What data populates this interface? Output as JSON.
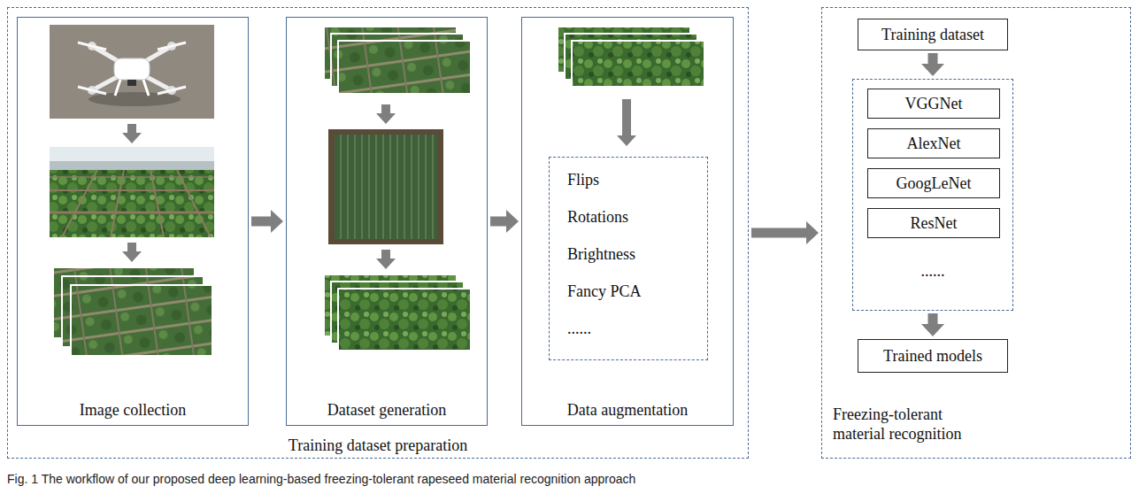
{
  "diagram": {
    "caption": "Fig. 1 The workflow of our proposed deep learning-based freezing-tolerant rapeseed material recognition approach",
    "nodes": [
      {
        "text": [
          "Training dataset preparation"
        ]
      },
      {
        "text": [
          "Image collection"
        ],
        "in": 0
      },
      {
        "text": [
          "Dataset generation"
        ],
        "in": 0
      },
      {
        "text": [
          "Data augmentation"
        ],
        "in": 0
      },
      {
        "text": [
          "Flips",
          "Rotations",
          "Brightness",
          "Fancy PCA",
          "......"
        ],
        "in": 3
      },
      {
        "text": [
          "Freezing-tolerant material recognition"
        ]
      },
      {
        "text": [
          "Training dataset"
        ],
        "in": 5
      },
      {
        "text": [
          "......"
        ],
        "in": 5
      },
      {
        "text": [
          "VGGNet"
        ],
        "in": 7
      },
      {
        "text": [
          "AlexNet"
        ],
        "in": 7
      },
      {
        "text": [
          "GoogLeNet"
        ],
        "in": 7
      },
      {
        "text": [
          "ResNet"
        ],
        "in": 7
      },
      {
        "text": [
          "Trained models"
        ],
        "in": 5
      }
    ],
    "edges": [
      {
        "from": 1,
        "to": 2,
        "arrow": "to"
      },
      {
        "from": 2,
        "to": 3,
        "arrow": "to"
      },
      {
        "from": 0,
        "to": 5,
        "arrow": "to"
      },
      {
        "from": 6,
        "to": 7,
        "arrow": "to"
      },
      {
        "from": 7,
        "to": 12,
        "arrow": "to"
      }
    ]
  }
}
